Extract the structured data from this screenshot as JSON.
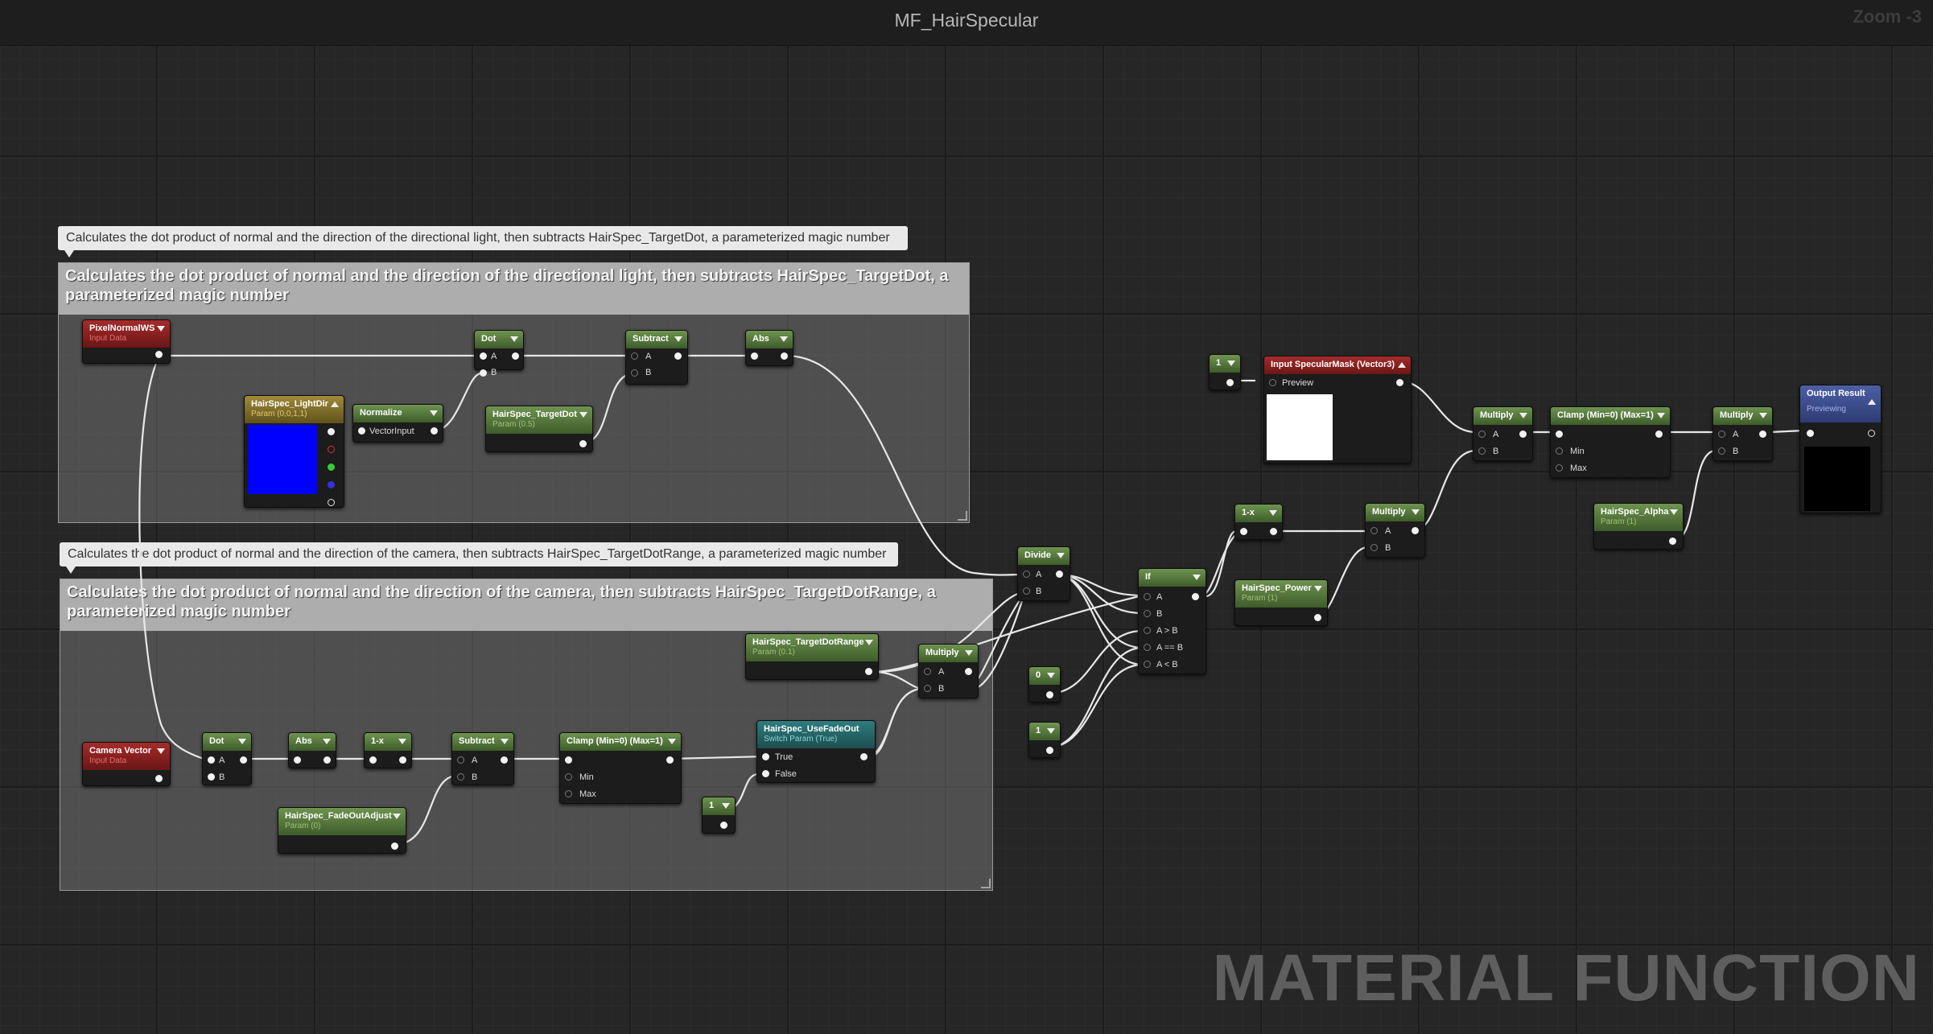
{
  "window": {
    "title": "MF_HairSpecular",
    "zoom": "Zoom -3"
  },
  "watermark": "MATERIAL FUNCTION",
  "comments": {
    "top_bubble": "Calculates the dot product of normal and the direction of the directional light, then subtracts HairSpec_TargetDot, a parameterized magic number",
    "top_header": "Calculates the dot product of normal and the direction of the directional light, then subtracts HairSpec_TargetDot, a parameterized magic number",
    "bottom_bubble": "Calculates the dot product of normal and the direction of the camera, then subtracts HairSpec_TargetDotRange, a parameterized magic number",
    "bottom_header": "Calculates the dot product of normal and the direction of the camera, then subtracts HairSpec_TargetDotRange, a parameterized magic number"
  },
  "colors": {
    "param_green": "#4f7338",
    "input_red": "#8a1f1f",
    "vector_param_gold": "#7a6a28",
    "switch_teal": "#26666a",
    "output_blue": "#3a4a8c",
    "light_dir_swatch": "#0000ff",
    "specular_preview": "#ffffff",
    "output_preview": "#000000"
  },
  "nodes": {
    "pixel_normal": {
      "title": "PixelNormalWS",
      "sub": "Input Data"
    },
    "dot1": {
      "title": "Dot",
      "a": "A",
      "b": "B"
    },
    "subtract1": {
      "title": "Subtract",
      "a": "A",
      "b": "B"
    },
    "abs1": {
      "title": "Abs"
    },
    "light_dir": {
      "title": "HairSpec_LightDir",
      "sub": "Param (0,0,1,1)"
    },
    "normalize": {
      "title": "Normalize",
      "input": "VectorInput"
    },
    "target_dot": {
      "title": "HairSpec_TargetDot",
      "sub": "Param (0.5)"
    },
    "camera_vector": {
      "title": "Camera Vector",
      "sub": "Input Data"
    },
    "dot2": {
      "title": "Dot",
      "a": "A",
      "b": "B"
    },
    "abs2": {
      "title": "Abs"
    },
    "one_minus1": {
      "title": "1-x"
    },
    "subtract2": {
      "title": "Subtract",
      "a": "A",
      "b": "B"
    },
    "clamp1": {
      "title": "Clamp (Min=0) (Max=1)",
      "min": "Min",
      "max": "Max"
    },
    "fade_out_adjust": {
      "title": "HairSpec_FadeOutAdjust",
      "sub": "Param (0)"
    },
    "const_one_a": {
      "title": "1"
    },
    "use_fade_out": {
      "title": "HairSpec_UseFadeOut",
      "sub": "Switch Param (True)",
      "t": "True",
      "f": "False"
    },
    "target_dot_range": {
      "title": "HairSpec_TargetDotRange",
      "sub": "Param (0.1)"
    },
    "multiply1": {
      "title": "Multiply",
      "a": "A",
      "b": "B"
    },
    "divide": {
      "title": "Divide",
      "a": "A",
      "b": "B"
    },
    "const_zero": {
      "title": "0"
    },
    "const_one_b": {
      "title": "1"
    },
    "if_node": {
      "title": "If",
      "a": "A",
      "b": "B",
      "gt": "A > B",
      "eq": "A == B",
      "lt": "A < B"
    },
    "one_minus2": {
      "title": "1-x"
    },
    "hair_power": {
      "title": "HairSpec_Power",
      "sub": "Param (1)"
    },
    "multiply2": {
      "title": "Multiply",
      "a": "A",
      "b": "B"
    },
    "const_one_c": {
      "title": "1"
    },
    "specular_mask": {
      "title": "Input SpecularMask (Vector3)",
      "preview": "Preview"
    },
    "multiply3": {
      "title": "Multiply",
      "a": "A",
      "b": "B"
    },
    "clamp2": {
      "title": "Clamp (Min=0) (Max=1)",
      "min": "Min",
      "max": "Max"
    },
    "multiply4": {
      "title": "Multiply",
      "a": "A",
      "b": "B"
    },
    "hair_alpha": {
      "title": "HairSpec_Alpha",
      "sub": "Param (1)"
    },
    "output_result": {
      "title": "Output Result",
      "sub": "Previewing"
    }
  }
}
